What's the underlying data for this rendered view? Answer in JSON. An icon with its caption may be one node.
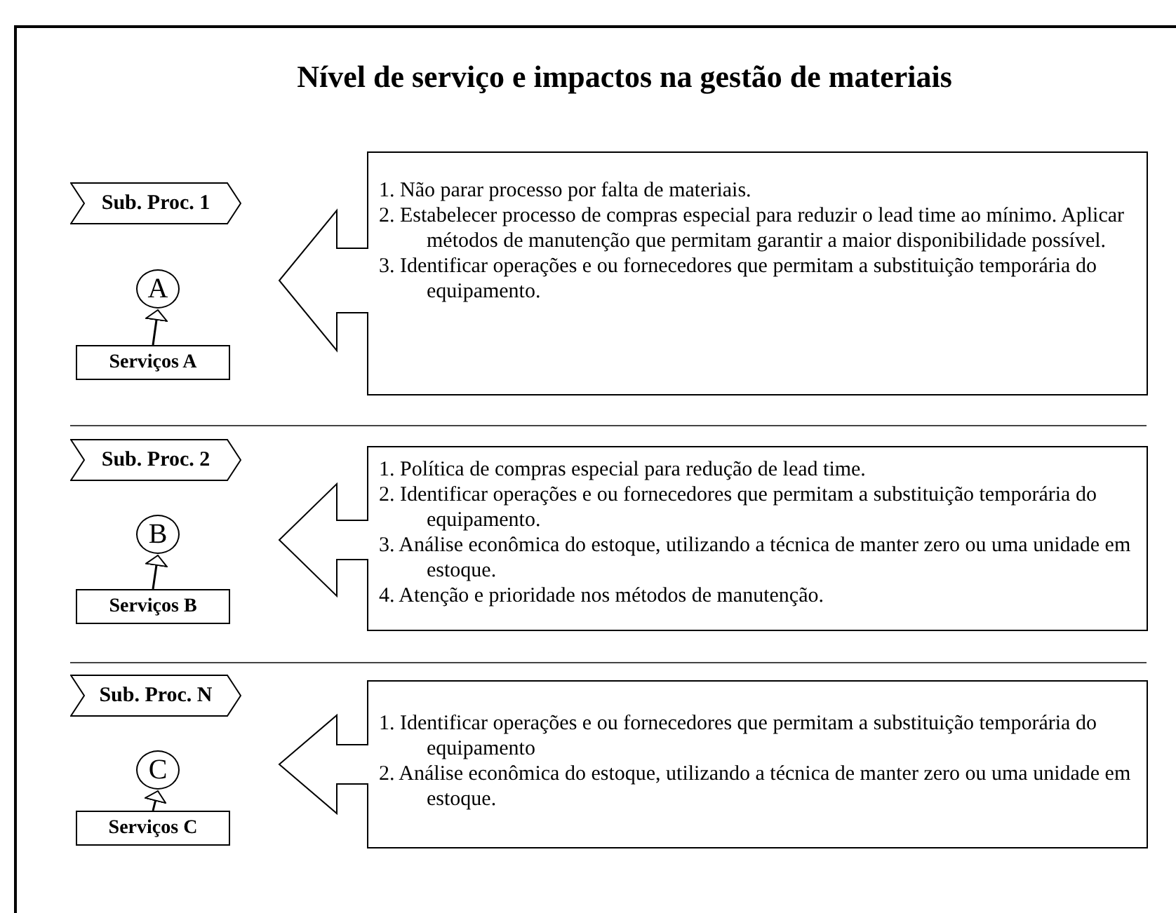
{
  "diagram": {
    "title": "Nível de serviço e impactos na gestão de materiais",
    "nodes": [
      {
        "text": [
          "Sub. Proc. 1"
        ]
      },
      {
        "text": [
          "A"
        ]
      },
      {
        "text": [
          "Serviços A"
        ]
      },
      {
        "text": [
          "1. Não parar processo por falta de materiais.",
          "2. Estabelecer processo de compras especial para reduzir o lead time ao mínimo. Aplicar métodos de manutenção que permitam garantir a maior disponibilidade possível.",
          "3. Identificar operações e ou fornecedores que permitam a substituição temporária do equipamento."
        ]
      },
      {
        "text": [
          "Sub. Proc. 2"
        ]
      },
      {
        "text": [
          "B"
        ]
      },
      {
        "text": [
          "Serviços B"
        ]
      },
      {
        "text": [
          "1. Política de compras especial para redução de lead time.",
          "2. Identificar operações e ou fornecedores que permitam a substituição temporária do equipamento.",
          "3. Análise econômica do estoque, utilizando a técnica de manter zero ou uma unidade em estoque.",
          "4. Atenção e prioridade nos métodos de manutenção."
        ]
      },
      {
        "text": [
          "Sub. Proc. N"
        ]
      },
      {
        "text": [
          "C"
        ]
      },
      {
        "text": [
          "Serviços C"
        ]
      },
      {
        "text": [
          "1. Identificar operações e ou fornecedores que permitam a substituição temporária do equipamento",
          "2. Análise econômica do estoque, utilizando a técnica de manter zero ou uma unidade em estoque."
        ]
      }
    ],
    "edges": [
      {
        "from": 2,
        "to": 1,
        "arrow": "to"
      },
      {
        "from": 6,
        "to": 5,
        "arrow": "to"
      },
      {
        "from": 10,
        "to": 9,
        "arrow": "to"
      }
    ]
  }
}
